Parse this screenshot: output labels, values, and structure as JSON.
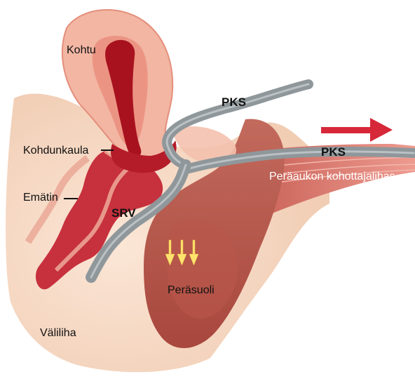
{
  "labels": {
    "uterus": "Kohtu",
    "pks_top": "PKS",
    "pks_right": "PKS",
    "cervix": "Kohdunkaula",
    "vagina": "Emätin",
    "srv": "SRV",
    "levator": "Peräaukon kohottajalihas",
    "rectum": "Peräsuoli",
    "perineum": "Väliliha"
  },
  "colors": {
    "skin": "#f6d8c2",
    "uterus_outer": "#f2b5a3",
    "uterus_inner": "#ec9080",
    "cavity": "#a8121f",
    "rectum": "#b75a4f",
    "levator": "#d9766a",
    "nerve": "#8f979b",
    "arrow_red": "#d62839",
    "arrow_yellow": "#ffe36e"
  },
  "icons": {
    "direction_arrow": "right-arrow-icon",
    "pressure_arrows": "down-arrow-icon"
  }
}
